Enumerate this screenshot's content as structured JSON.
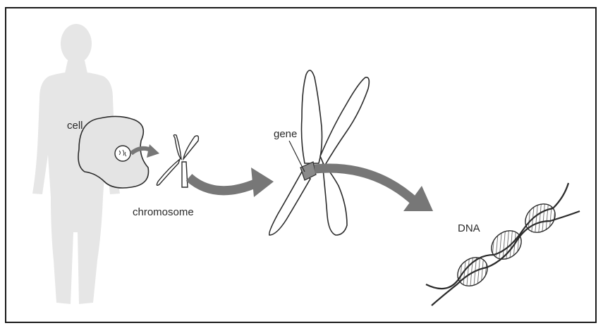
{
  "labels": {
    "cell": "cell",
    "chromosome": "chromosome",
    "gene": "gene",
    "dna": "DNA"
  },
  "colors": {
    "silhouette": "#e6e6e6",
    "cell_fill": "#e4e4e4",
    "arrow": "#777777",
    "outline": "#2b2b2b",
    "gene_band": "#8a8a8a"
  }
}
